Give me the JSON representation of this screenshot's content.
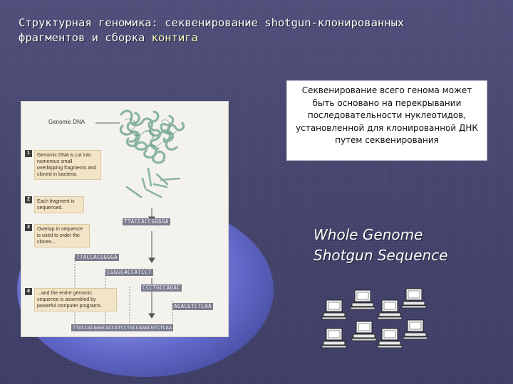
{
  "slide": {
    "title_parts": [
      "Структурная геномика: секвенирование shotgun-клонированных",
      "фрагментов и сборка ",
      "контига"
    ],
    "info_text": "Секвенирование всего генома может быть основано на перекрывании последовательности нуклеотидов, установленной для клонированной ДНК путем секвенирования",
    "headline_line1": "Whole Genome",
    "headline_line2": "Shotgun Sequence"
  },
  "figure": {
    "dna_label": "Genomic DNA",
    "steps": [
      {
        "num": "1",
        "text": "Genomic DNA is cut into numerous small overlapping fragments and cloned in bacteria."
      },
      {
        "num": "2",
        "text": "Each fragment is sequenced."
      },
      {
        "num": "3",
        "text": "Overlap in sequence is used to order the clones..."
      },
      {
        "num": "4",
        "text": "...and the entire genomic sequence is assembled by powerful computer programs."
      }
    ],
    "sequences": [
      "TTACCACCGGGGA",
      "TTACCACGGGGA",
      "CGGGCACCATCCT",
      "CCCTGCCAGAC",
      "AGACGTCTCAA",
      "TTACCACGGGCACCATCCTGCCAGACGTCTCAA"
    ]
  },
  "colors": {
    "background": "#4a4a74",
    "title_highlight": "#ffffc8",
    "blob": "#7a80de",
    "sequence_bar": "#7a7c8e",
    "step_box": "#f2e4c6"
  },
  "icons": [
    "computer-icon"
  ]
}
